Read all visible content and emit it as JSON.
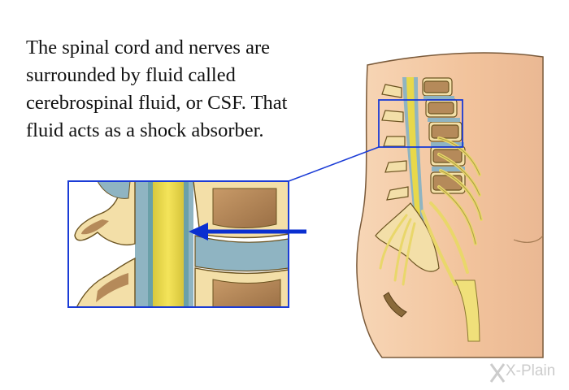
{
  "caption": {
    "lines": [
      "The spinal cord and nerves are",
      "surrounded by fluid called",
      "cerebrospinal fluid, or CSF. That",
      "fluid acts as a shock absorber."
    ]
  },
  "brand": {
    "watermark": "X-Plain"
  },
  "colors": {
    "skin": "#f2c7a0",
    "spinal_cord": "#e8d84a",
    "csf": "#8fb4c2",
    "vertebra": "#f3dfa8",
    "vertebra_outline": "#6b5320",
    "disc": "#b58a5a",
    "nerves": "#f0e07a",
    "zoom_frame": "#1a3bd6",
    "arrow": "#0a2fd0"
  },
  "icons": {
    "pointer": "arrow-left-icon",
    "logo": "x-plain-logo"
  }
}
